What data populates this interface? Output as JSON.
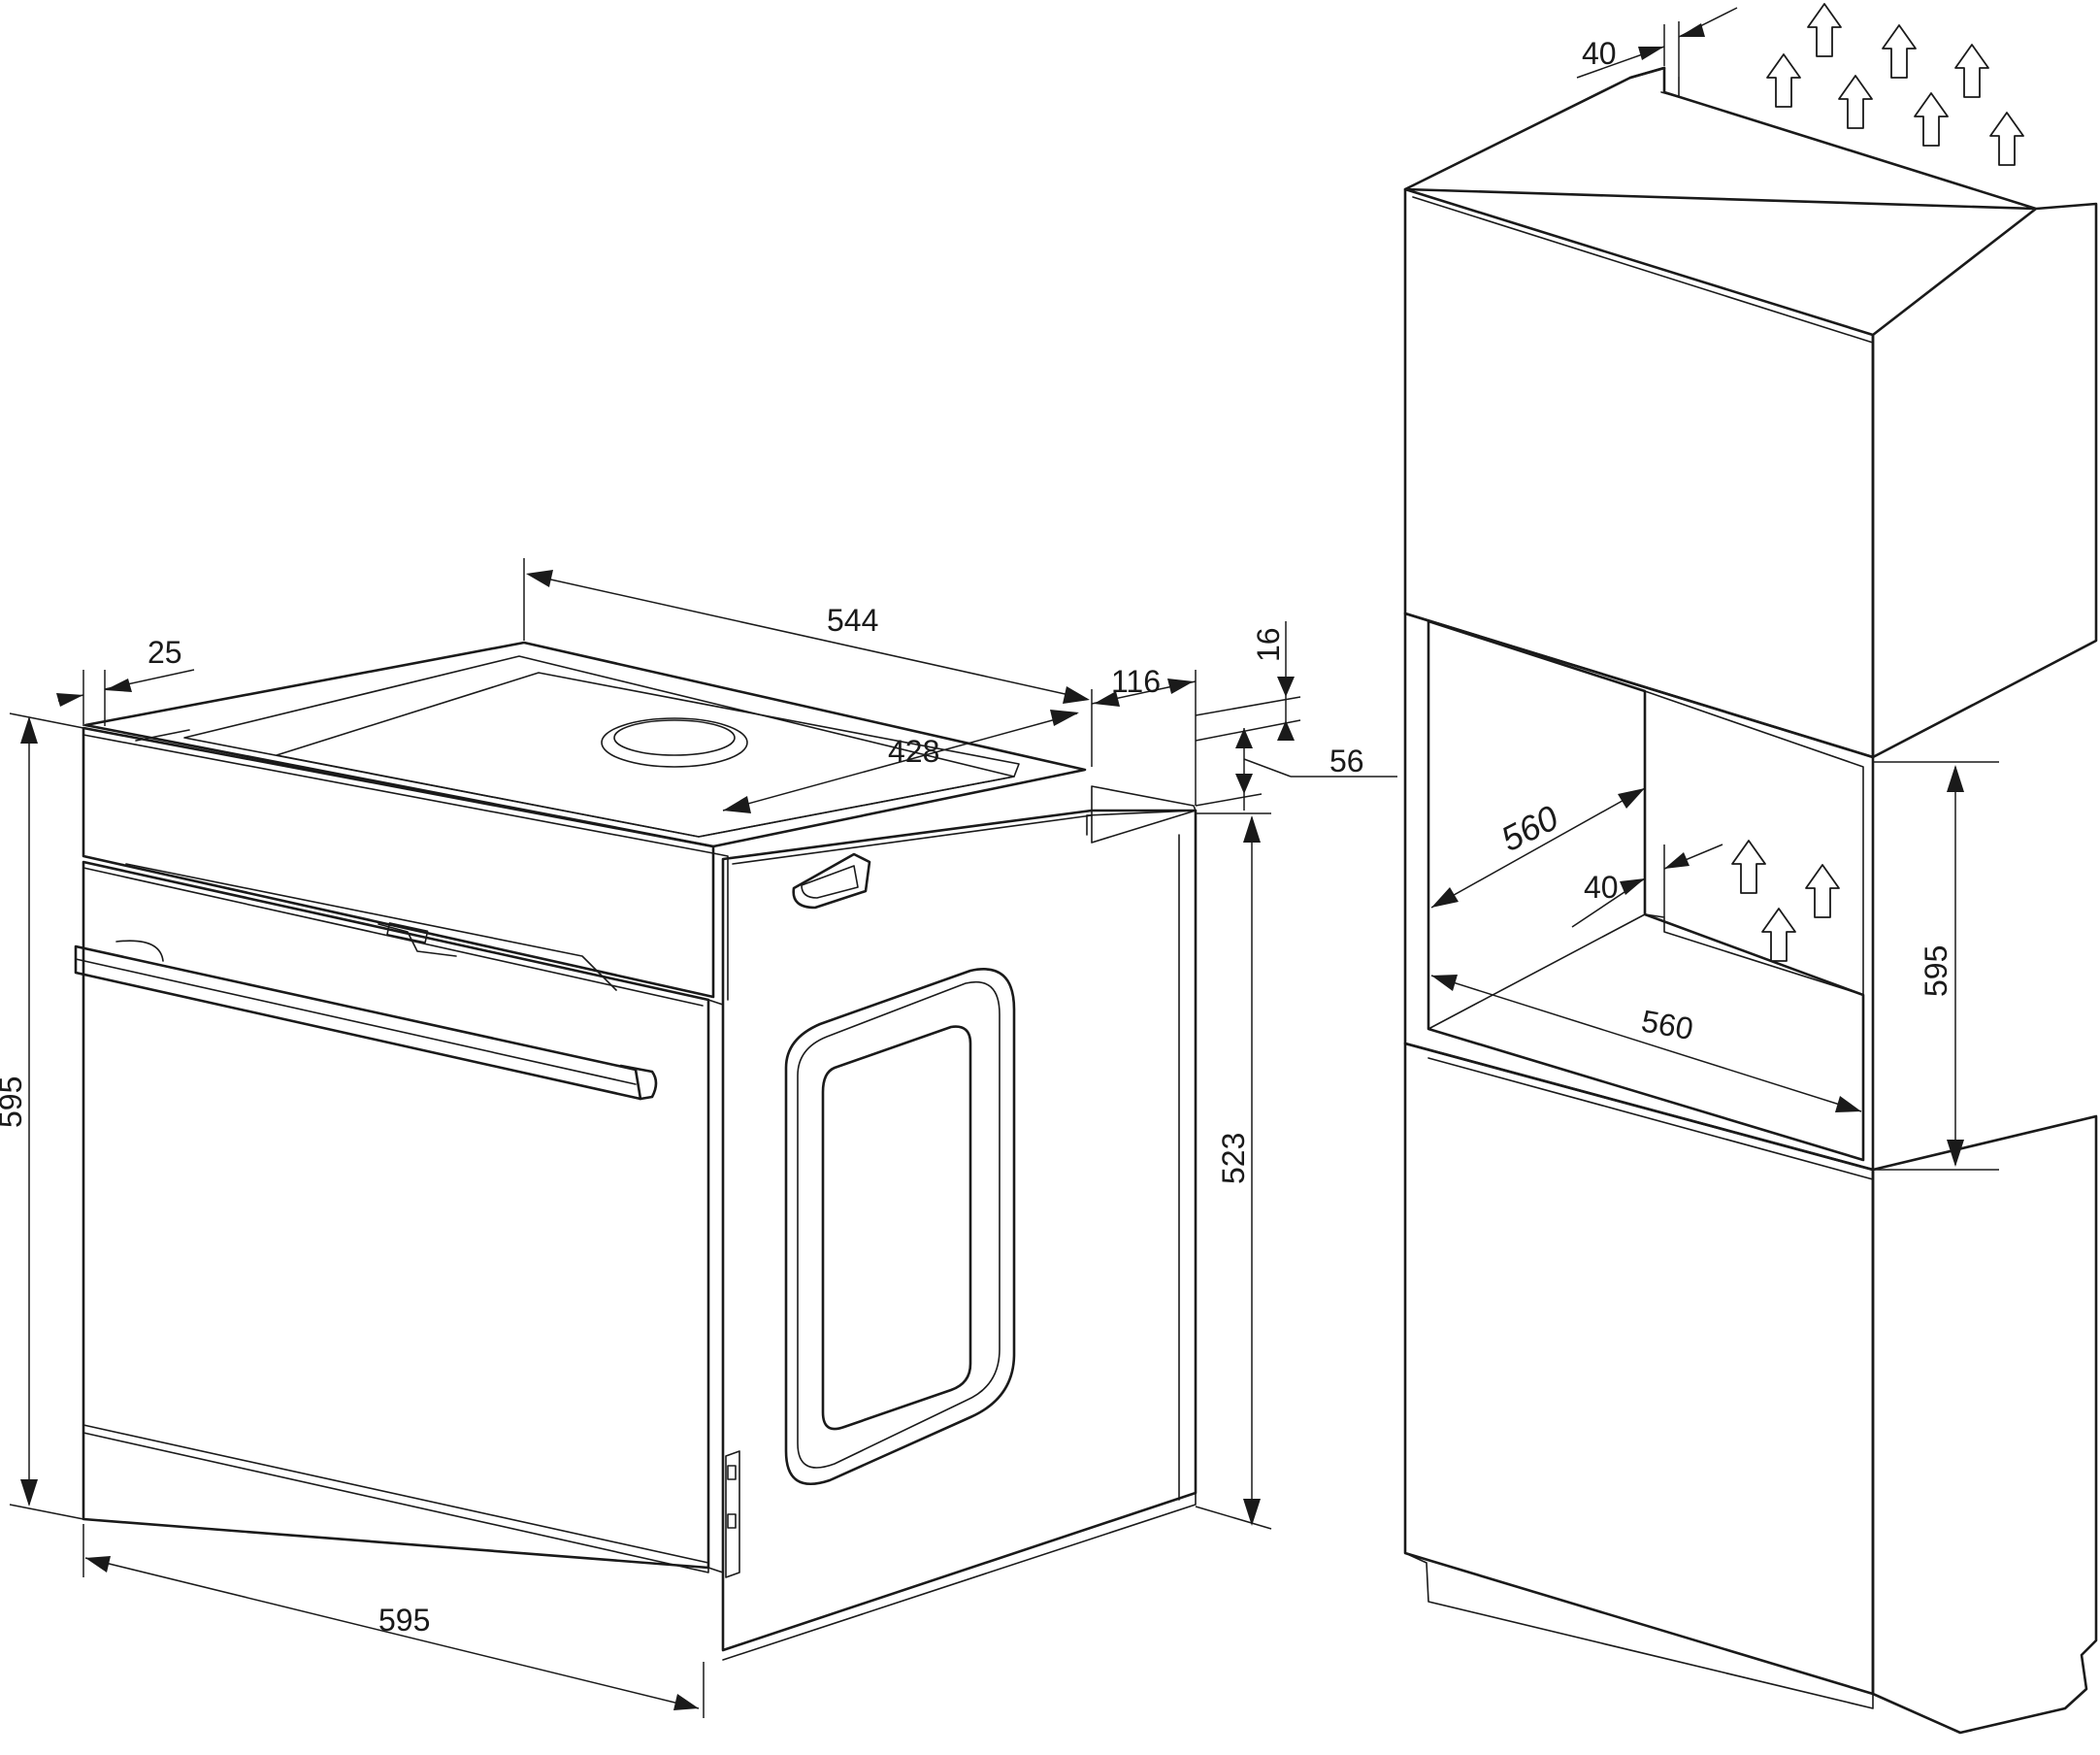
{
  "oven_dimensions": {
    "overall_depth": "544",
    "front_panel_thickness": "25",
    "body_depth": "428",
    "rear_offset": "116",
    "top_clearance": "16",
    "rear_step": "56",
    "overall_height": "595",
    "body_height": "523",
    "overall_width": "595"
  },
  "cabinet_dimensions": {
    "top_vent_gap": "40",
    "niche_depth": "560",
    "rear_vent_gap": "40",
    "niche_width": "560",
    "niche_height": "595"
  },
  "icons": {
    "vent_arrow": "airflow-up-arrow-icon"
  }
}
